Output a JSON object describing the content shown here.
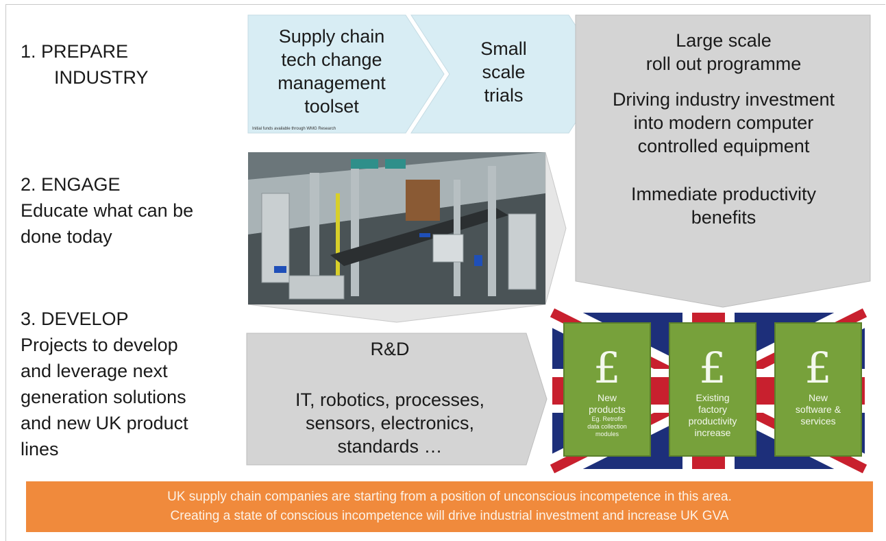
{
  "steps": {
    "prepare": {
      "line1": "1.  PREPARE",
      "line2": "INDUSTRY"
    },
    "engage": {
      "line1": "2. ENGAGE",
      "line2": "Educate what can be",
      "line3": "done today"
    },
    "develop": {
      "line1": "3. DEVELOP",
      "line2": "Projects to develop",
      "line3": "and leverage next",
      "line4": "generation solutions",
      "line5": "and new UK product",
      "line6": "lines"
    }
  },
  "chevrons": {
    "toolset": {
      "l1": "Supply chain",
      "l2": "tech change",
      "l3": "management",
      "l4": "toolset"
    },
    "toolset_note": "Initial funds available through WMG Research",
    "trials": {
      "l1": "Small",
      "l2": "scale",
      "l3": "trials"
    }
  },
  "rollout": {
    "l1": "Large scale",
    "l2": "roll out programme",
    "l3": "Driving industry investment",
    "l4": "into modern computer",
    "l5": "controlled equipment",
    "l6": "Immediate productivity",
    "l7": "benefits"
  },
  "rd": {
    "title": "R&D",
    "l1": "IT, robotics, processes,",
    "l2": "sensors, electronics,",
    "l3": "standards …"
  },
  "outcomes": [
    {
      "symbol": "£",
      "l1": "New",
      "l2": "products",
      "l3": "Eg. Retrofit",
      "l4": "data collection",
      "l5": "modules"
    },
    {
      "symbol": "£",
      "l1": "Existing",
      "l2": "factory",
      "l3": "productivity",
      "l4": "increase"
    },
    {
      "symbol": "£",
      "l1": "New",
      "l2": "software &",
      "l3": "services"
    }
  ],
  "banner": {
    "l1": "UK supply chain companies are starting from a position of unconscious incompetence in this area.",
    "l2": "Creating a state of conscious incompetence will drive industrial investment and increase UK GVA"
  },
  "colors": {
    "chevron_blue": "#d8edf4",
    "grey_block": "#d4d4d4",
    "green_tile": "#77a13b",
    "banner_orange": "#f08a3c",
    "flag_blue": "#1d2f7a",
    "flag_red": "#c8202e"
  }
}
